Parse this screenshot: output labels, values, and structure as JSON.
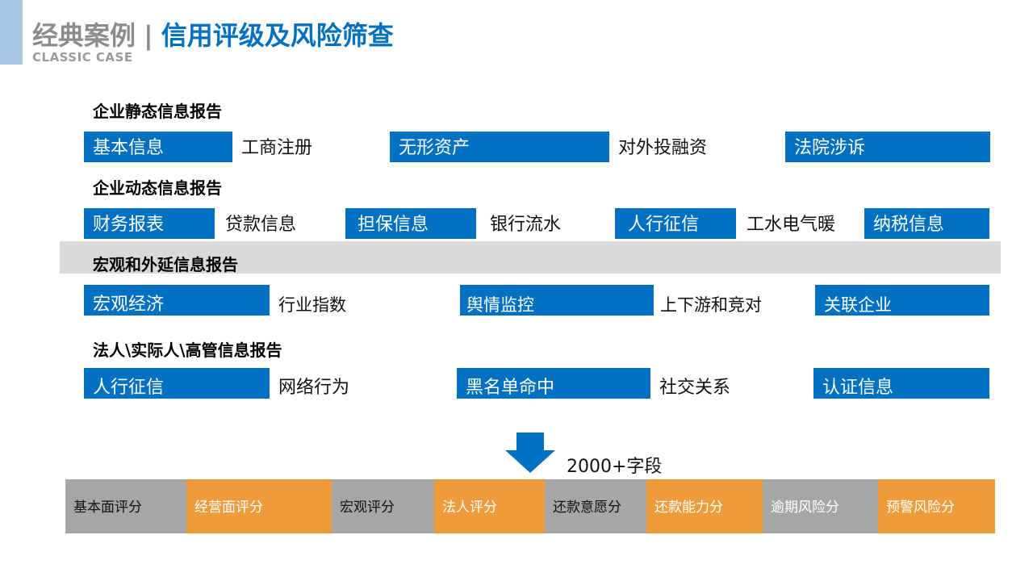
{
  "header": {
    "title_left": "经典案例",
    "title_sep": "|",
    "title_right": "信用评级及风险筛查",
    "subtitle": "CLASSIC CASE"
  },
  "sections": [
    {
      "title": "企业静态信息报告",
      "items": [
        "基本信息",
        "工商注册",
        "无形资产",
        "对外投融资",
        "法院涉诉"
      ]
    },
    {
      "title": "企业动态信息报告",
      "items": [
        "财务报表",
        "贷款信息",
        "担保信息",
        "银行流水",
        "人行征信",
        "工水电气暖",
        "纳税信息"
      ]
    },
    {
      "title": "宏观和外延信息报告",
      "items": [
        "宏观经济",
        "行业指数",
        "舆情监控",
        "上下游和竞对",
        "关联企业"
      ]
    },
    {
      "title": "法人\\实际人\\高管信息报告",
      "items": [
        "人行征信",
        "网络行为",
        "黑名单命中",
        "社交关系",
        "认证信息"
      ]
    }
  ],
  "arrow_label": "2000+字段",
  "scores": [
    "基本面评分",
    "经营面评分",
    "宏观评分",
    "法人评分",
    "还款意愿分",
    "还款能力分",
    "逾期风险分",
    "预警风险分"
  ],
  "colors": {
    "blue": "#0070c0",
    "orange": "#ed9b3b",
    "grey": "#a6a6a6",
    "band": "#d9d9d9"
  }
}
